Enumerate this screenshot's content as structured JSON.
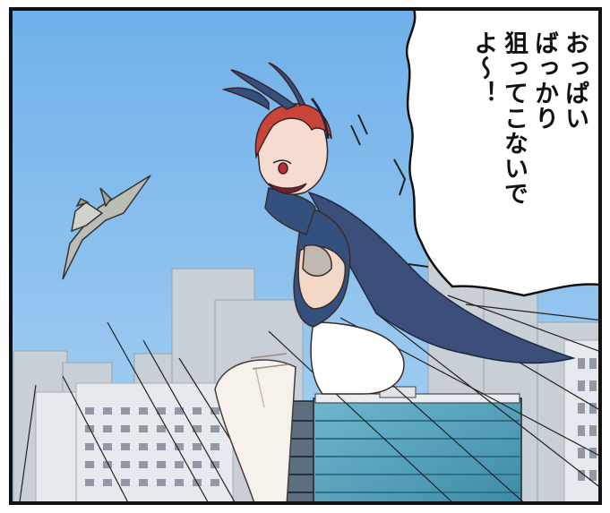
{
  "speech_bubble": {
    "lines": [
      "おっぱい",
      "ばっかり",
      "狙ってこないで",
      "よ〜！"
    ]
  },
  "colors": {
    "sky": "#7fb8ea",
    "hair": "#c9453a",
    "outfit": "#34507e",
    "panel_border": "#111111"
  }
}
